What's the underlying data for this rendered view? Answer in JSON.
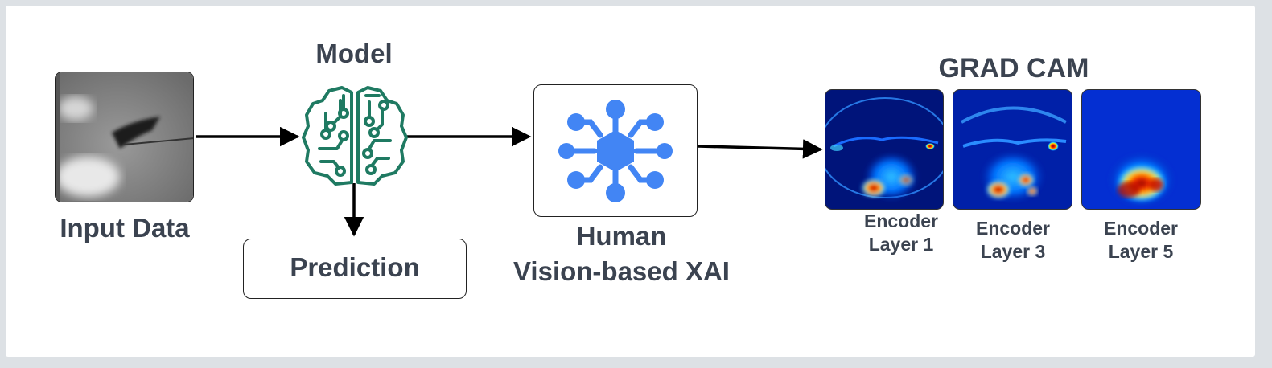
{
  "colors": {
    "text": "#3b4350",
    "brain_icon": "#1f7a62",
    "network_icon": "#4285f4",
    "arrow": "#000000"
  },
  "input": {
    "label": "Input Data",
    "image": "brain-mri-slice"
  },
  "model": {
    "label": "Model",
    "icon": "brain-circuit-icon"
  },
  "prediction": {
    "label": "Prediction"
  },
  "xai": {
    "label_line1": "Human",
    "label_line2": "Vision-based XAI",
    "icon": "network-hub-icon"
  },
  "gradcam": {
    "title": "GRAD CAM",
    "layers": [
      {
        "line1": "Encoder",
        "line2": "Layer 1",
        "image": "heatmap"
      },
      {
        "line1": "Encoder",
        "line2": "Layer 3",
        "image": "heatmap"
      },
      {
        "line1": "Encoder",
        "line2": "Layer 5",
        "image": "heatmap"
      }
    ]
  }
}
